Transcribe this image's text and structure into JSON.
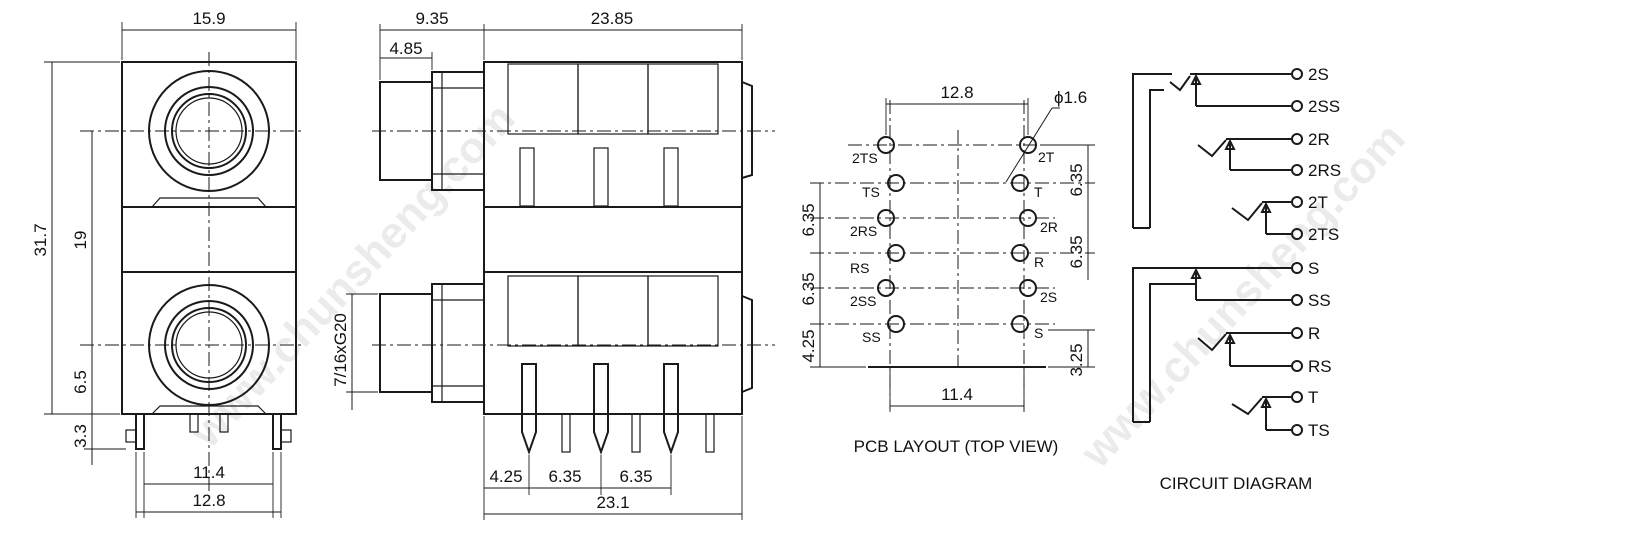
{
  "front_view": {
    "width": "15.9",
    "height": "31.7",
    "jack_pitch": "19",
    "lower_offset": "6.5",
    "pin_length": "3.3",
    "pin_spacing_inner": "11.4",
    "pin_spacing_outer": "12.8"
  },
  "side_view": {
    "bushing_length": "9.35",
    "bushing_step": "4.85",
    "body_length": "23.85",
    "thread": "7/16xG20",
    "pin_offset": "4.25",
    "pin_pitch_1": "6.35",
    "pin_pitch_2": "6.35",
    "pin_span": "23.1"
  },
  "pcb_layout": {
    "caption": "PCB LAYOUT (TOP VIEW)",
    "row_spacing": "12.8",
    "hole_diameter": "ϕ1.6",
    "inner_spacing": "11.4",
    "left_pitch_1": "6.35",
    "left_pitch_2": "6.35",
    "left_pitch_3": "4.25",
    "right_pitch_1": "6.35",
    "right_pitch_2": "6.35",
    "right_pitch_3": "3.25",
    "left_pins": [
      "2TS",
      "TS",
      "2RS",
      "RS",
      "2SS",
      "SS"
    ],
    "right_pins": [
      "2T",
      "T",
      "2R",
      "R",
      "2S",
      "S"
    ]
  },
  "circuit_diagram": {
    "caption": "CIRCUIT DIAGRAM",
    "terminals": [
      "2S",
      "2SS",
      "2R",
      "2RS",
      "2T",
      "2TS",
      "S",
      "SS",
      "R",
      "RS",
      "T",
      "TS"
    ]
  },
  "watermark": "www.chunsheng.com"
}
